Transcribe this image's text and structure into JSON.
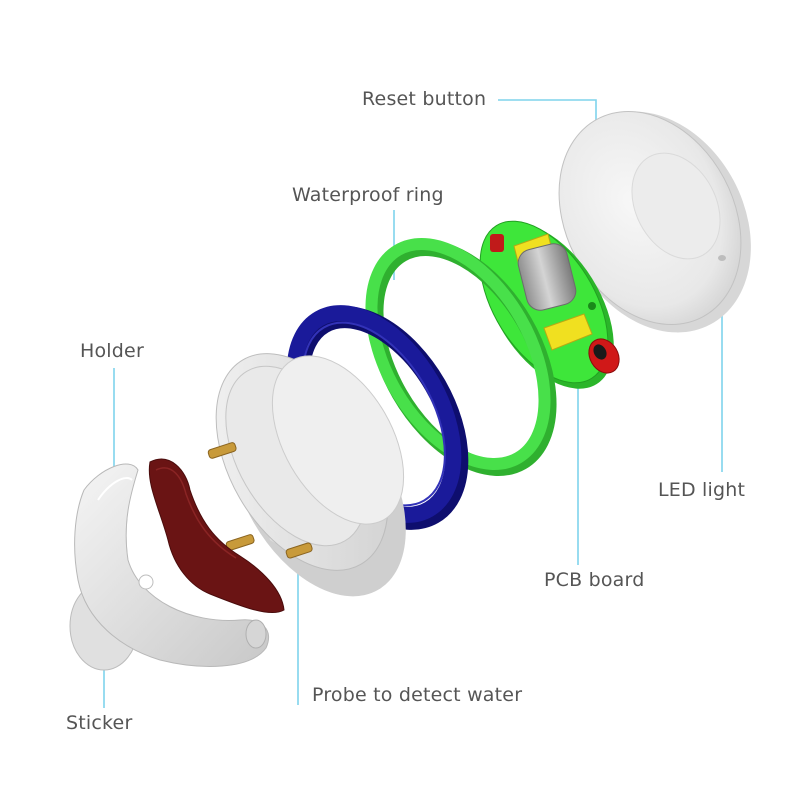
{
  "labels": {
    "reset_button": "Reset button",
    "waterproof_ring": "Waterproof ring",
    "holder": "Holder",
    "led_light": "LED light",
    "pcb_board": "PCB board",
    "probe": "Probe to detect water",
    "sticker": "Sticker"
  },
  "colors": {
    "leader_line": "#7fd4ec",
    "label_text": "#555555",
    "cover": "#e6e6e6",
    "pcb": "#3ee63a",
    "waterproof_ring_green": "#48e04a",
    "gasket_blue": "#1a1a9a",
    "base": "#e8e8e8",
    "sticker_pad": "#6a1414",
    "holder": "#e3e3e3",
    "probe_pin": "#c89a3a",
    "reset_button": "#d01818"
  }
}
